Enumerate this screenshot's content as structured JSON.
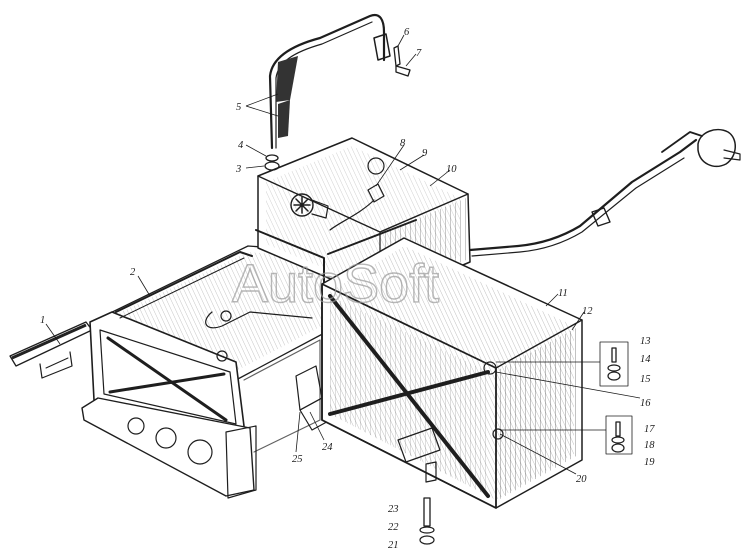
{
  "watermark": "AutoSoft",
  "callouts": [
    {
      "id": "1",
      "label": "1"
    },
    {
      "id": "2",
      "label": "2"
    },
    {
      "id": "3",
      "label": "3"
    },
    {
      "id": "4",
      "label": "4"
    },
    {
      "id": "5",
      "label": "5"
    },
    {
      "id": "6",
      "label": "6"
    },
    {
      "id": "7",
      "label": "7"
    },
    {
      "id": "8",
      "label": "8"
    },
    {
      "id": "9",
      "label": "9"
    },
    {
      "id": "10",
      "label": "10"
    },
    {
      "id": "11",
      "label": "11"
    },
    {
      "id": "12",
      "label": "12"
    },
    {
      "id": "13",
      "label": "13"
    },
    {
      "id": "14",
      "label": "14"
    },
    {
      "id": "15",
      "label": "15"
    },
    {
      "id": "16",
      "label": "16"
    },
    {
      "id": "17",
      "label": "17"
    },
    {
      "id": "18",
      "label": "18"
    },
    {
      "id": "19",
      "label": "19"
    },
    {
      "id": "20",
      "label": "20"
    },
    {
      "id": "21",
      "label": "21"
    },
    {
      "id": "22",
      "label": "22"
    },
    {
      "id": "23",
      "label": "23"
    },
    {
      "id": "24",
      "label": "24"
    },
    {
      "id": "25",
      "label": "25"
    }
  ]
}
